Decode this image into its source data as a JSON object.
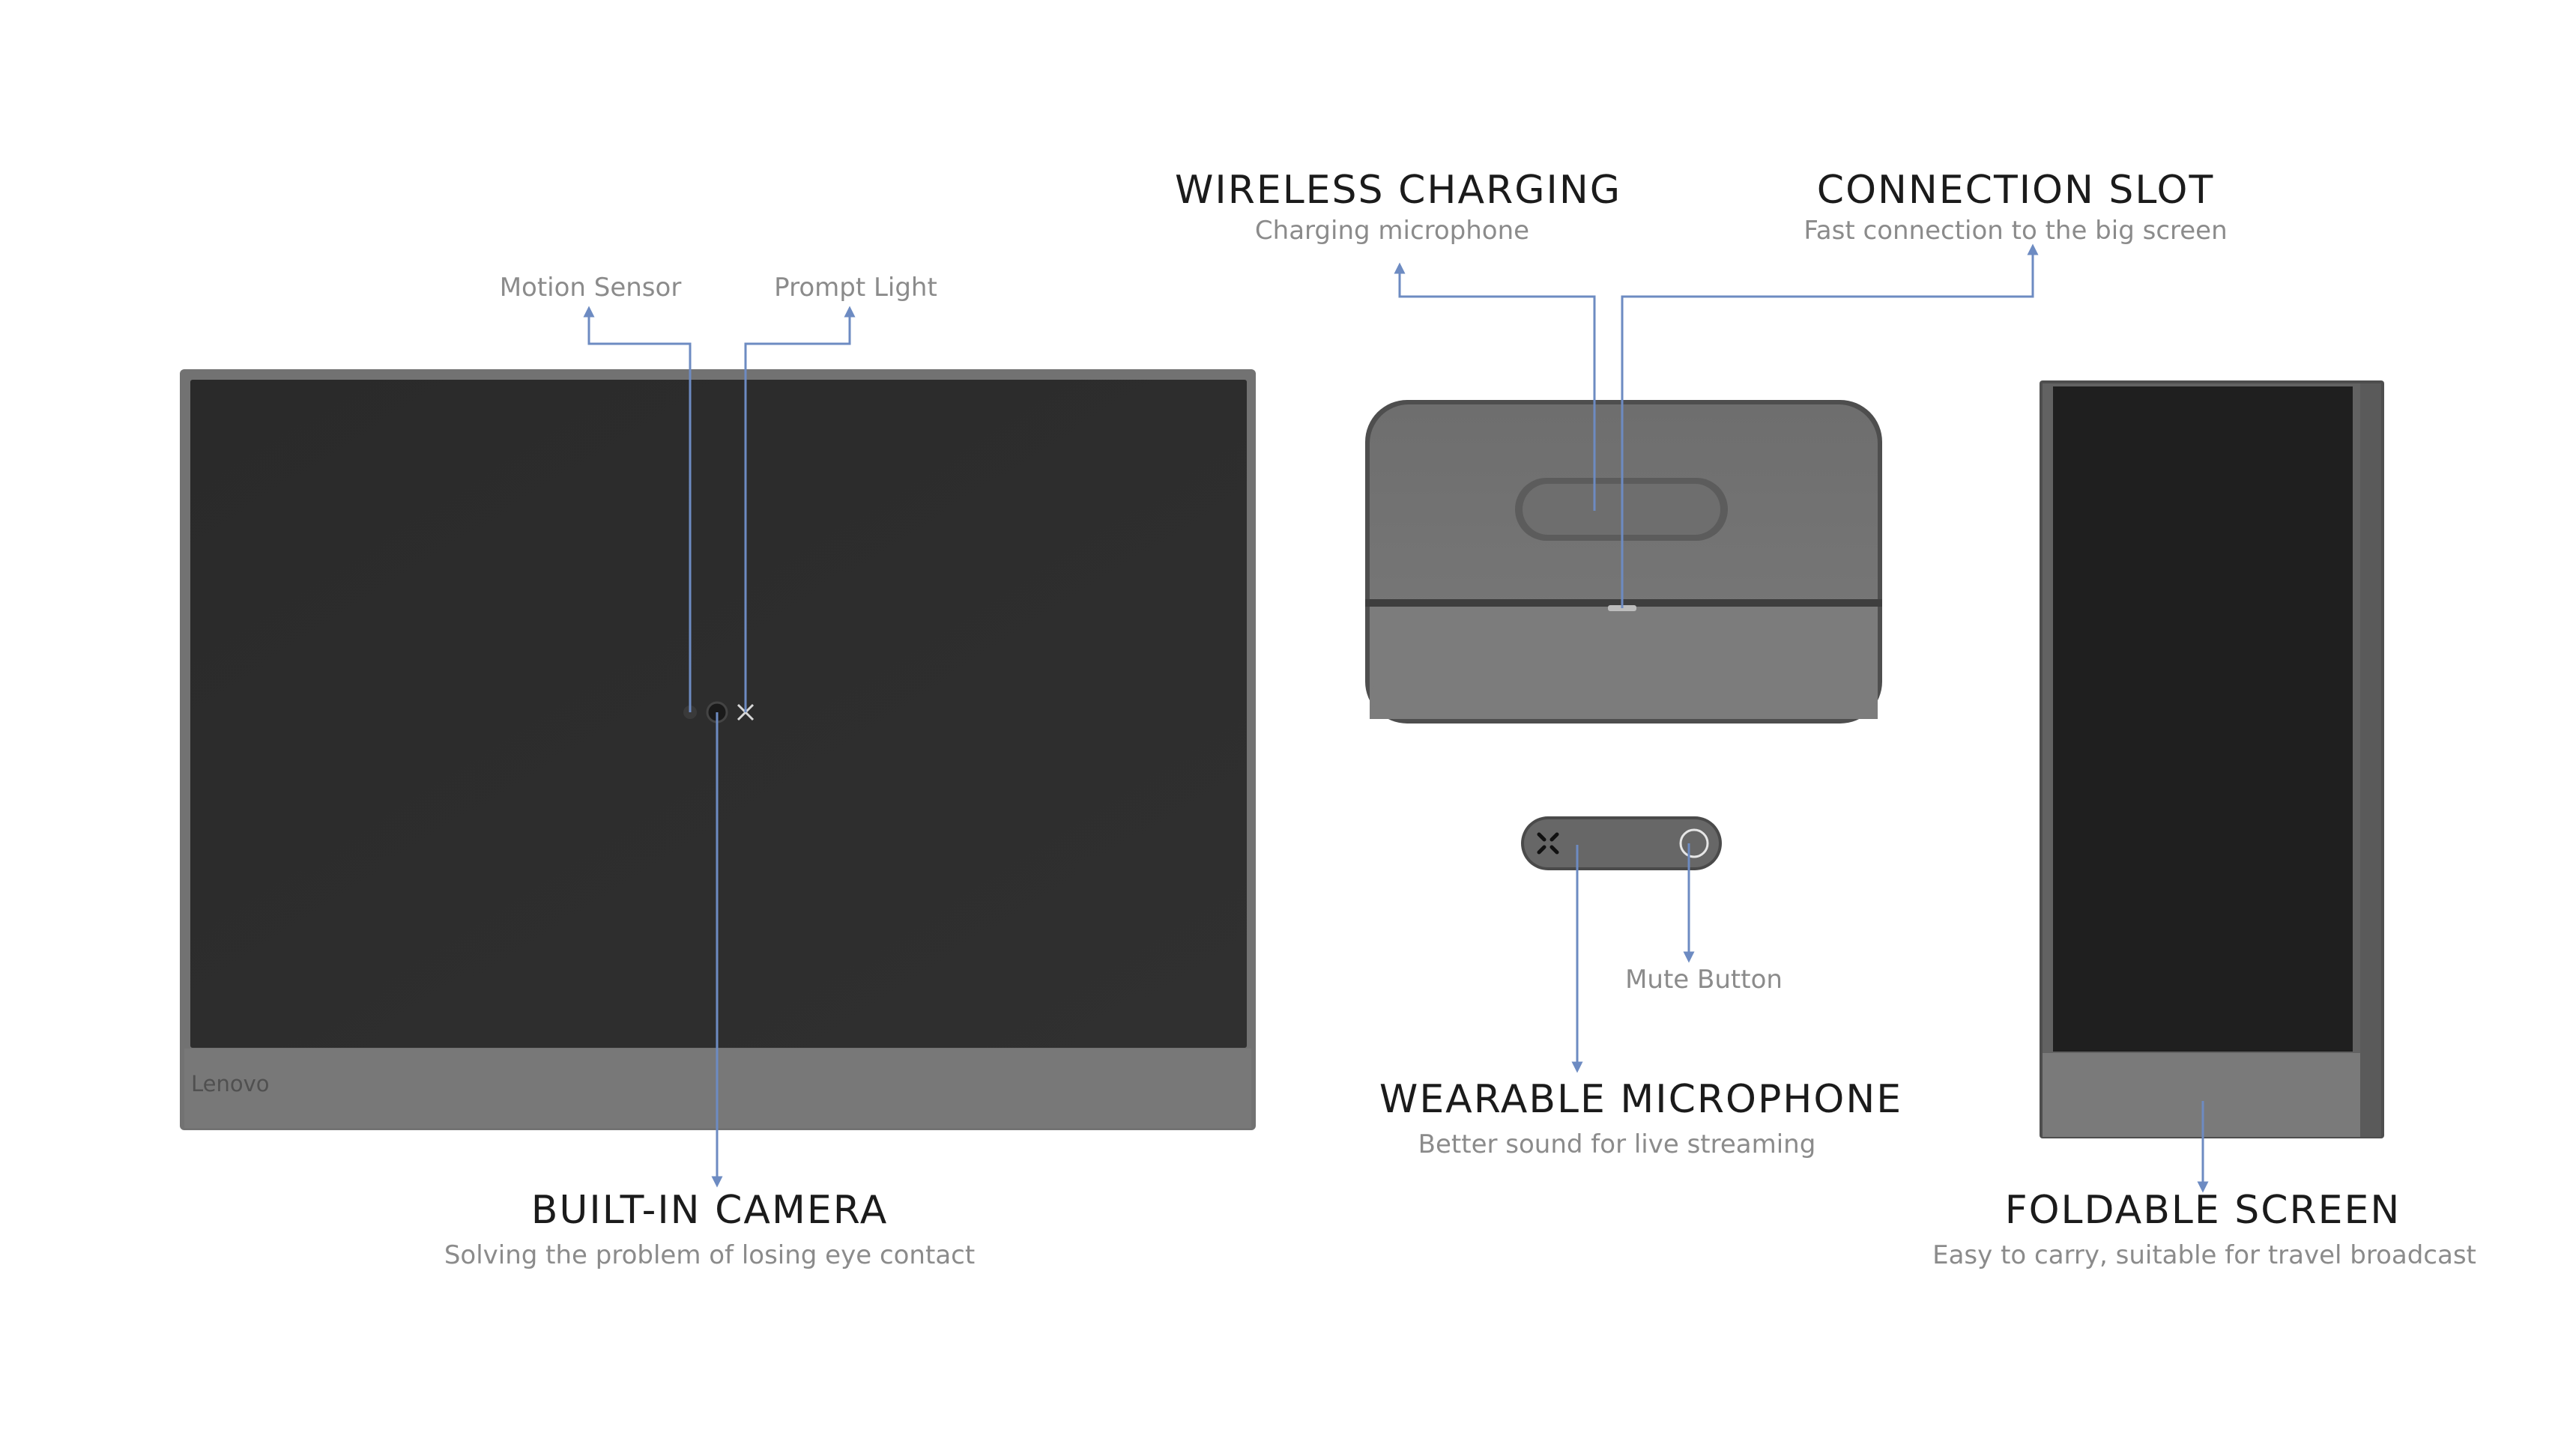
{
  "monitor": {
    "brand": "Lenovo",
    "labels": {
      "motion_sensor": "Motion Sensor",
      "prompt_light": "Prompt Light"
    },
    "feature": {
      "title": "BUILT-IN CAMERA",
      "subtitle": "Solving the problem of losing eye contact"
    }
  },
  "dock": {
    "wireless": {
      "title": "WIRELESS CHARGING",
      "subtitle": "Charging microphone"
    },
    "slot": {
      "title": "CONNECTION SLOT",
      "subtitle": "Fast connection to the big screen"
    }
  },
  "microphone": {
    "mute_label": "Mute Button",
    "feature": {
      "title": "WEARABLE MICROPHONE",
      "subtitle": "Better sound for live streaming"
    }
  },
  "foldable": {
    "feature": {
      "title": "FOLDABLE SCREEN",
      "subtitle": "Easy to carry, suitable for travel broadcast"
    }
  },
  "colors": {
    "leader_line": "#6d8bc2",
    "device_body": "#707070",
    "screen": "#2c2c2c",
    "title_text": "#1b1b1b",
    "caption_text": "#8b8b8b"
  }
}
